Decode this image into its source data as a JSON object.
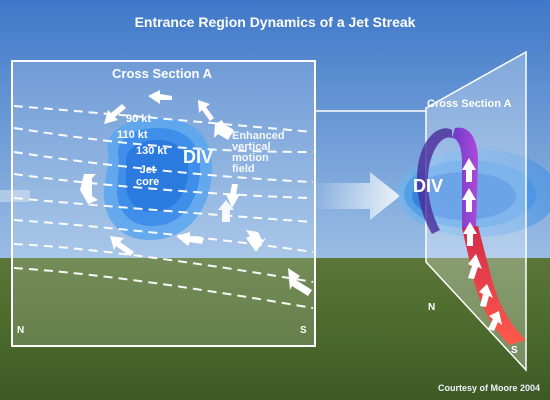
{
  "title": "Entrance Region Dynamics of a Jet Streak",
  "cross_section_label": "Cross Section A",
  "isotachs": [
    "90 kt",
    "110 kt",
    "130 kt"
  ],
  "div_label": "DIV",
  "jet_core_label": [
    "Jet",
    "core"
  ],
  "vertical_motion_label": [
    "Enhanced",
    "vertical",
    "motion",
    "field"
  ],
  "compass_left": "N",
  "compass_right": "S",
  "credit": "Courtesy of Moore 2004",
  "colors": {
    "sky_top": "#3f78c8",
    "sky_bottom": "#c7ddf2",
    "ground": "#4d6a30",
    "jet_outer": "#5fa8f0",
    "jet_core": "#1e6fd8",
    "ascent_band": "#e8403a",
    "descent_band": "#8a4bd8"
  }
}
